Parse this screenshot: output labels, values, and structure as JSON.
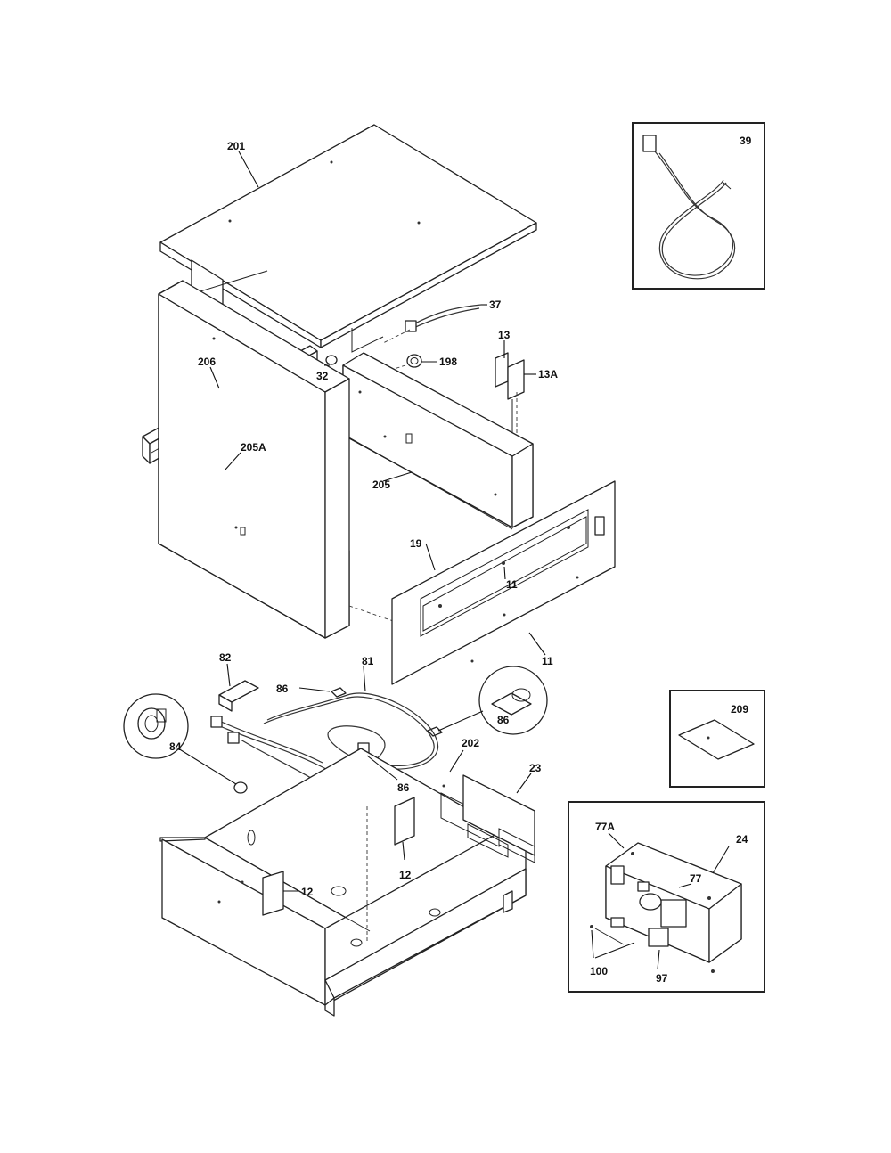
{
  "parts": {
    "p201": "201",
    "p39": "39",
    "p37": "37",
    "p13": "13",
    "p13A": "13A",
    "p198": "198",
    "p206": "206",
    "p32": "32",
    "p205A": "205A",
    "p205": "205",
    "p19": "19",
    "p11a": "11",
    "p11b": "11",
    "p82": "82",
    "p81": "81",
    "p86a": "86",
    "p86b": "86",
    "p86c": "86",
    "p84": "84",
    "p202": "202",
    "p23": "23",
    "p209": "209",
    "p12a": "12",
    "p12b": "12",
    "p77A": "77A",
    "p24": "24",
    "p77": "77",
    "p100": "100",
    "p97": "97"
  }
}
